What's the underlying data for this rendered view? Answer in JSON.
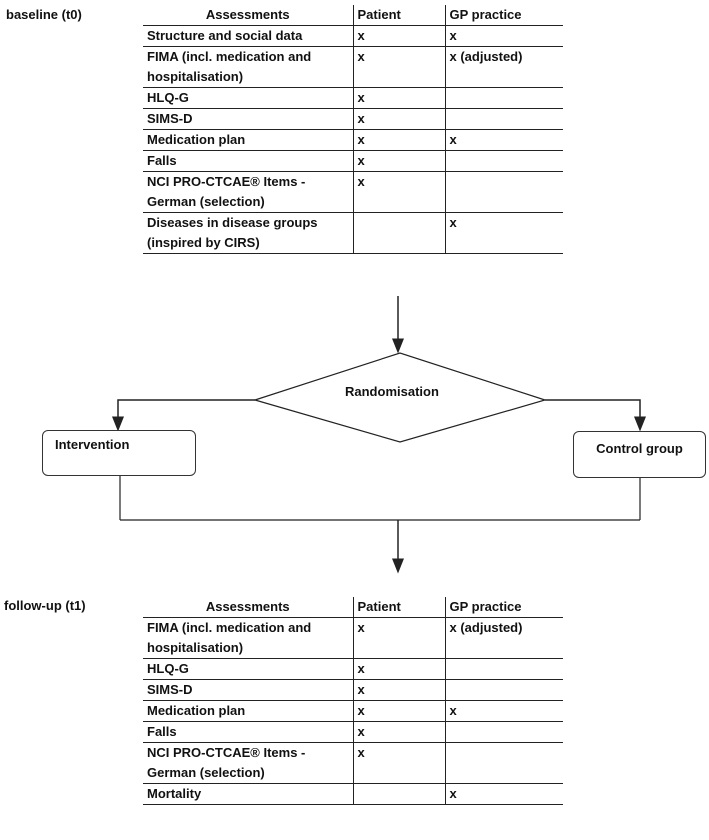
{
  "baseline": {
    "label": "baseline (t0)",
    "headers": {
      "assessments": "Assessments",
      "patient": "Patient",
      "gp": "GP practice"
    },
    "rows": [
      {
        "assessment": [
          "Structure and social data"
        ],
        "patient": "x",
        "gp": "x",
        "align": "top"
      },
      {
        "assessment": [
          "FIMA (incl. medication and",
          "hospitalisation)"
        ],
        "patient": "x",
        "gp": "x (adjusted)",
        "align": "bottom"
      },
      {
        "assessment": [
          "HLQ-G"
        ],
        "patient": "x",
        "gp": "",
        "align": "top"
      },
      {
        "assessment": [
          "SIMS-D"
        ],
        "patient": "x",
        "gp": "",
        "align": "top"
      },
      {
        "assessment": [
          "Medication plan"
        ],
        "patient": "x",
        "gp": "x",
        "align": "top"
      },
      {
        "assessment": [
          "Falls"
        ],
        "patient": "x",
        "gp": "",
        "align": "top"
      },
      {
        "assessment": [
          "NCI PRO-CTCAE® Items -",
          "German (selection)"
        ],
        "patient": "x",
        "gp": "",
        "align": "bottom"
      },
      {
        "assessment": [
          "Diseases in disease groups",
          "(inspired by CIRS)"
        ],
        "patient": "",
        "gp": "x",
        "align": "top"
      }
    ]
  },
  "flow": {
    "randomisation": "Randomisation",
    "intervention": "Intervention",
    "control": "Control group"
  },
  "followup": {
    "label": "follow-up (t1)",
    "headers": {
      "assessments": "Assessments",
      "patient": "Patient",
      "gp": "GP practice"
    },
    "rows": [
      {
        "assessment": [
          "FIMA (incl. medication and",
          "hospitalisation)"
        ],
        "patient": "x",
        "gp": "x (adjusted)",
        "align": "top"
      },
      {
        "assessment": [
          "HLQ-G"
        ],
        "patient": "x",
        "gp": "",
        "align": "top"
      },
      {
        "assessment": [
          "SIMS-D"
        ],
        "patient": "x",
        "gp": "",
        "align": "top"
      },
      {
        "assessment": [
          "Medication plan"
        ],
        "patient": "x",
        "gp": "x",
        "align": "top"
      },
      {
        "assessment": [
          "Falls"
        ],
        "patient": "x",
        "gp": "",
        "align": "top"
      },
      {
        "assessment": [
          "NCI PRO-CTCAE® Items -",
          "German (selection)"
        ],
        "patient": "x",
        "gp": "",
        "align": "bottom"
      },
      {
        "assessment": [
          "Mortality"
        ],
        "patient": "",
        "gp": "x",
        "align": "top"
      }
    ]
  }
}
